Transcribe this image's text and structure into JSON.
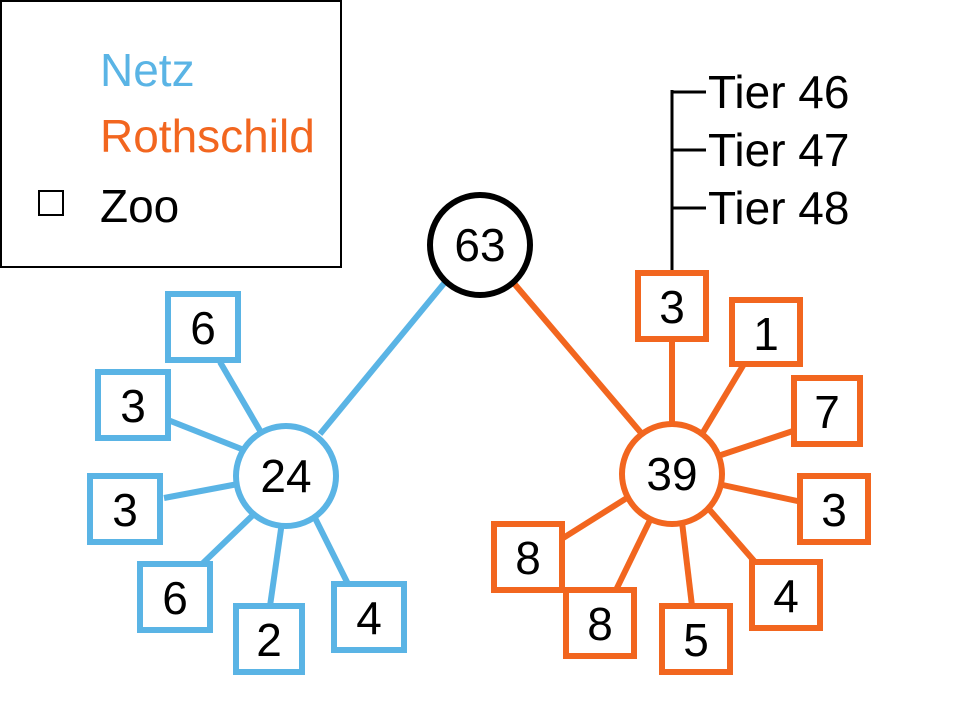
{
  "legend": {
    "items": [
      {
        "label": "Netz",
        "color": "#5ab4e5"
      },
      {
        "label": "Rothschild",
        "color": "#f2661f"
      },
      {
        "label": "Zoo",
        "color": "#000000",
        "marker": "square-outline-icon"
      }
    ]
  },
  "colors": {
    "netz": "#5ab4e5",
    "rothschild": "#f2661f",
    "zoo": "#000000"
  },
  "root": {
    "value": "63"
  },
  "netz": {
    "hub": "24",
    "leaves": [
      "6",
      "3",
      "3",
      "6",
      "2",
      "4"
    ]
  },
  "rothschild": {
    "hub": "39",
    "leaves": [
      "3",
      "1",
      "7",
      "3",
      "4",
      "5",
      "8",
      "8"
    ]
  },
  "tiers": [
    "Tier 46",
    "Tier 47",
    "Tier 48"
  ]
}
